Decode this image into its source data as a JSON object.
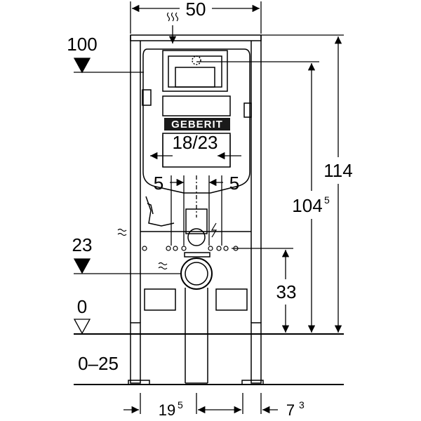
{
  "dimensions": {
    "width_top": "50",
    "height_overall": "114",
    "height_frame": "104",
    "height_frame_sup": "5",
    "level_100": "100",
    "level_23": "23",
    "level_0": "0",
    "height_33": "33",
    "adjust_range": "0–25",
    "plate_width": "18/23",
    "offset_left": "5",
    "offset_right": "5",
    "bottom_left": "19",
    "bottom_left_sup": "5",
    "bottom_right": "7",
    "bottom_right_sup": "3"
  },
  "logo": {
    "brand": "GEBERIT"
  },
  "colors": {
    "line": "#000000",
    "background": "#ffffff",
    "logo_fill": "#1a1a1a"
  }
}
